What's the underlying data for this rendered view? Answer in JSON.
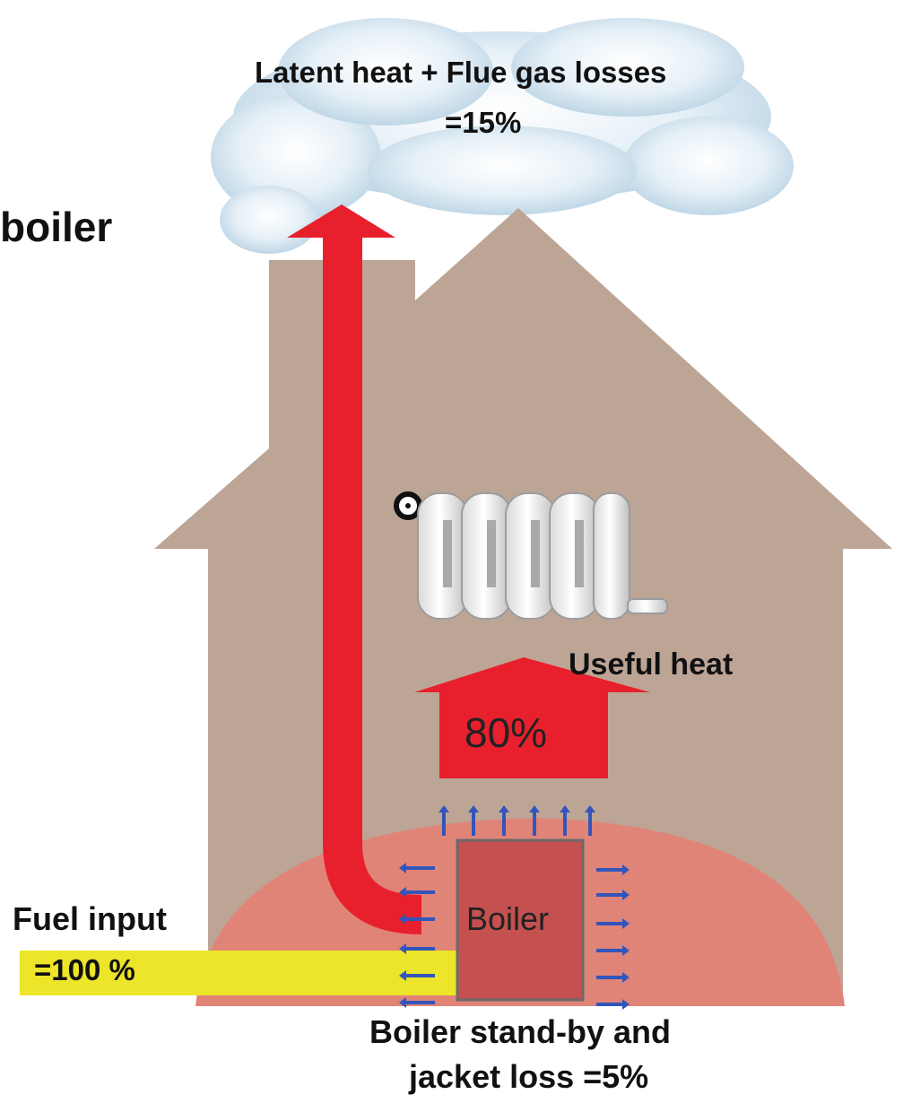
{
  "title": "boiler",
  "flue_losses": {
    "line1": "Latent heat + Flue gas losses",
    "line2": "=15%"
  },
  "useful_heat": {
    "label": "Useful heat",
    "value": "80%"
  },
  "boiler": {
    "label": "Boiler"
  },
  "fuel_input": {
    "line1": "Fuel input",
    "line2": "=100 %"
  },
  "standby_loss": {
    "line1": "Boiler stand-by and",
    "line2": "jacket loss =5%"
  },
  "colors": {
    "house": "#bda596",
    "heat_zone": "#e08478",
    "flue_arrow": "#e8202d",
    "boiler_box": "#c4504f",
    "fuel_bar": "#ece529",
    "loss_arrows": "#3355bb",
    "cloud": "#c6dcea"
  }
}
